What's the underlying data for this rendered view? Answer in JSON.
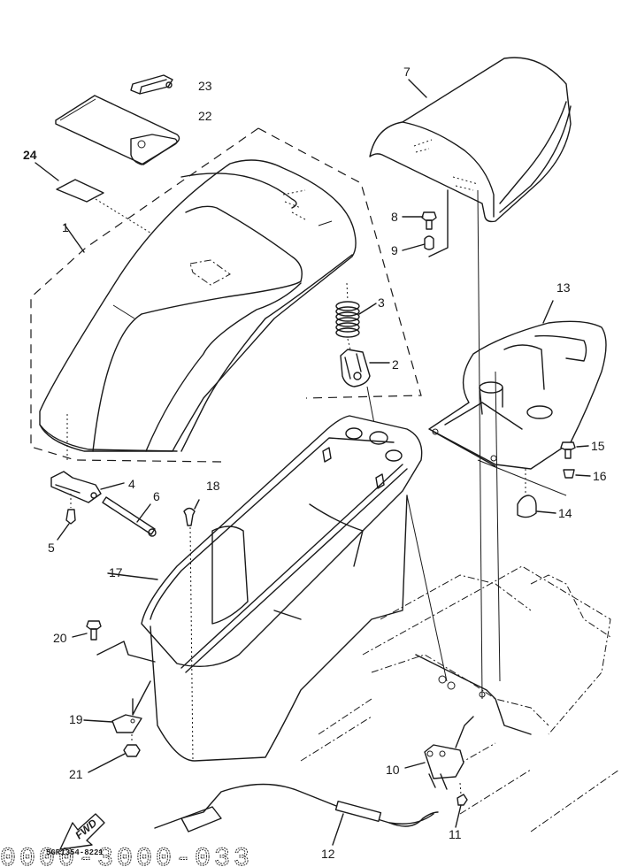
{
  "diagram": {
    "type": "exploded-parts-diagram",
    "subject": "Scooter seat and storage box assembly",
    "callouts": [
      {
        "id": "1",
        "label": "1",
        "part": "seat"
      },
      {
        "id": "2",
        "label": "2",
        "part": "seat lock hook"
      },
      {
        "id": "3",
        "label": "3",
        "part": "spring"
      },
      {
        "id": "4",
        "label": "4",
        "part": "hinge bracket"
      },
      {
        "id": "5",
        "label": "5",
        "part": "screw"
      },
      {
        "id": "6",
        "label": "6",
        "part": "hinge pin"
      },
      {
        "id": "7",
        "label": "7",
        "part": "rear seat cowl"
      },
      {
        "id": "8",
        "label": "8",
        "part": "bolt"
      },
      {
        "id": "9",
        "label": "9",
        "part": "collar"
      },
      {
        "id": "10",
        "label": "10",
        "part": "seat lock assembly"
      },
      {
        "id": "11",
        "label": "11",
        "part": "nut"
      },
      {
        "id": "12",
        "label": "12",
        "part": "seat lock cable"
      },
      {
        "id": "13",
        "label": "13",
        "part": "tail cover bracket"
      },
      {
        "id": "14",
        "label": "14",
        "part": "damper"
      },
      {
        "id": "15",
        "label": "15",
        "part": "bolt"
      },
      {
        "id": "16",
        "label": "16",
        "part": "collar"
      },
      {
        "id": "17",
        "label": "17",
        "part": "storage box"
      },
      {
        "id": "18",
        "label": "18",
        "part": "rivet"
      },
      {
        "id": "19",
        "label": "19",
        "part": "bracket"
      },
      {
        "id": "20",
        "label": "20",
        "part": "bolt"
      },
      {
        "id": "21",
        "label": "21",
        "part": "nut"
      },
      {
        "id": "22",
        "label": "22",
        "part": "storage lid"
      },
      {
        "id": "23",
        "label": "23",
        "part": "clip"
      },
      {
        "id": "24",
        "label": "24",
        "part": "label"
      }
    ],
    "direction_indicator": "FWD",
    "drawing_code_small": "5GR1354-8221",
    "drawing_code_large": "0000-3000-033"
  }
}
